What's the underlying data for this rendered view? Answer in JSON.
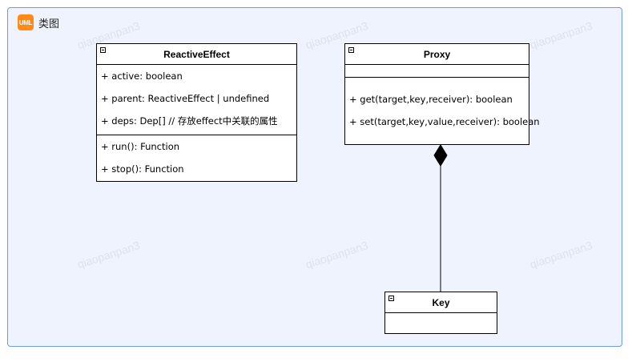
{
  "frame": {
    "badge": "UML",
    "title": "类图",
    "watermark": "qiaopanpan3"
  },
  "classes": {
    "reactive_effect": {
      "name": "ReactiveEffect",
      "attributes": [
        "+ active: boolean",
        "+ parent: ReactiveEffect | undefined",
        "+ deps: Dep[] // 存放effect中关联的属性"
      ],
      "operations": [
        "+ run(): Function",
        "+ stop(): Function"
      ]
    },
    "proxy": {
      "name": "Proxy",
      "attributes": [],
      "operations": [
        "+ get(target,key,receiver): boolean",
        "+ set(target,key,value,receiver): boolean"
      ]
    },
    "key": {
      "name": "Key",
      "attributes": [],
      "operations": []
    }
  },
  "relations": [
    {
      "type": "composition",
      "whole": "Proxy",
      "part": "Key"
    }
  ]
}
